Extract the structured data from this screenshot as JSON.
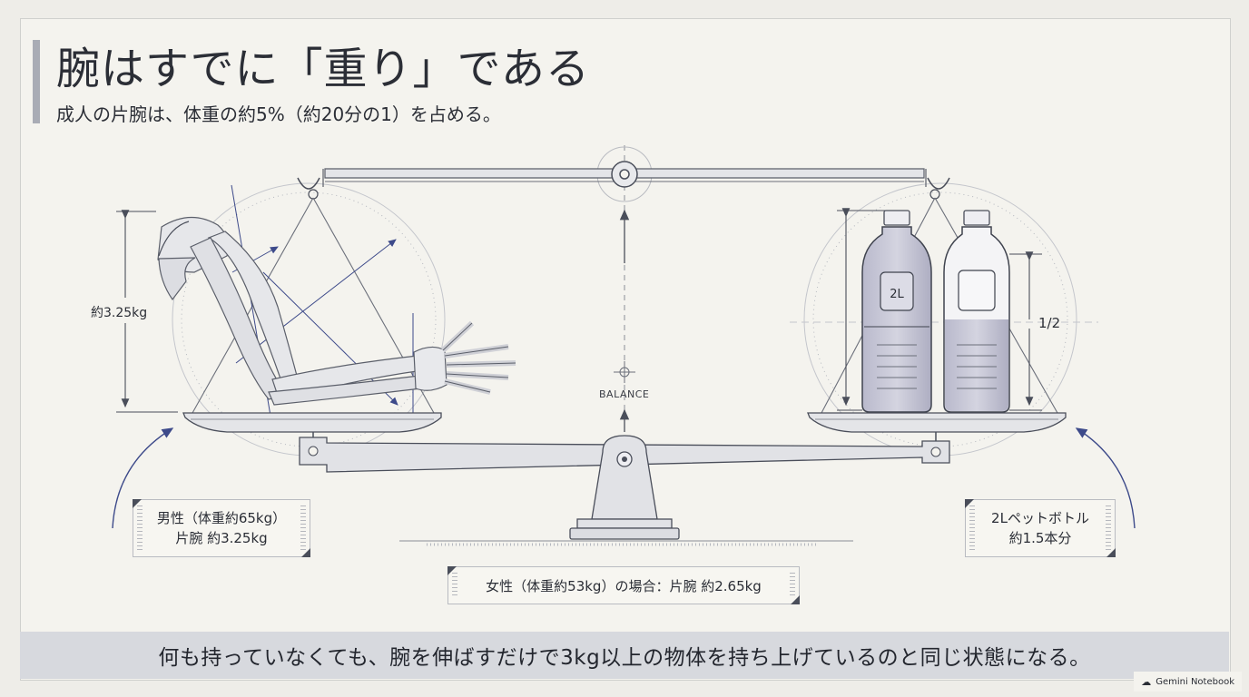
{
  "header": {
    "title": "腕はすでに「重り」である",
    "subtitle": "成人の片腕は、体重の約5%（約20分の1）を占める。"
  },
  "diagram": {
    "arm_weight_label": "約3.25kg",
    "bottle_text": "2L",
    "half_marker": "1/2",
    "balance_label": "BALANCE",
    "male_card": {
      "line1": "男性（体重約65kg）",
      "line2": "片腕 約3.25kg"
    },
    "bottle_card": {
      "line1": "2Lペットボトル",
      "line2": "約1.5本分"
    },
    "female_card": "女性（体重約53kg）の場合：片腕 約2.65kg"
  },
  "footer": {
    "message": "何も持っていなくても、腕を伸ばすだけで3kg以上の物体を持ち上げているのと同じ状態になる。"
  },
  "brand": {
    "label": "Gemini Notebook",
    "icon": "gemini-cloud-icon"
  },
  "colors": {
    "background": "#eeede8",
    "line": "#6b6f7a",
    "accent_blue": "#3d4a8a",
    "bottle_fill": "#c9c9d8",
    "footer_band": "#d7d9de"
  }
}
